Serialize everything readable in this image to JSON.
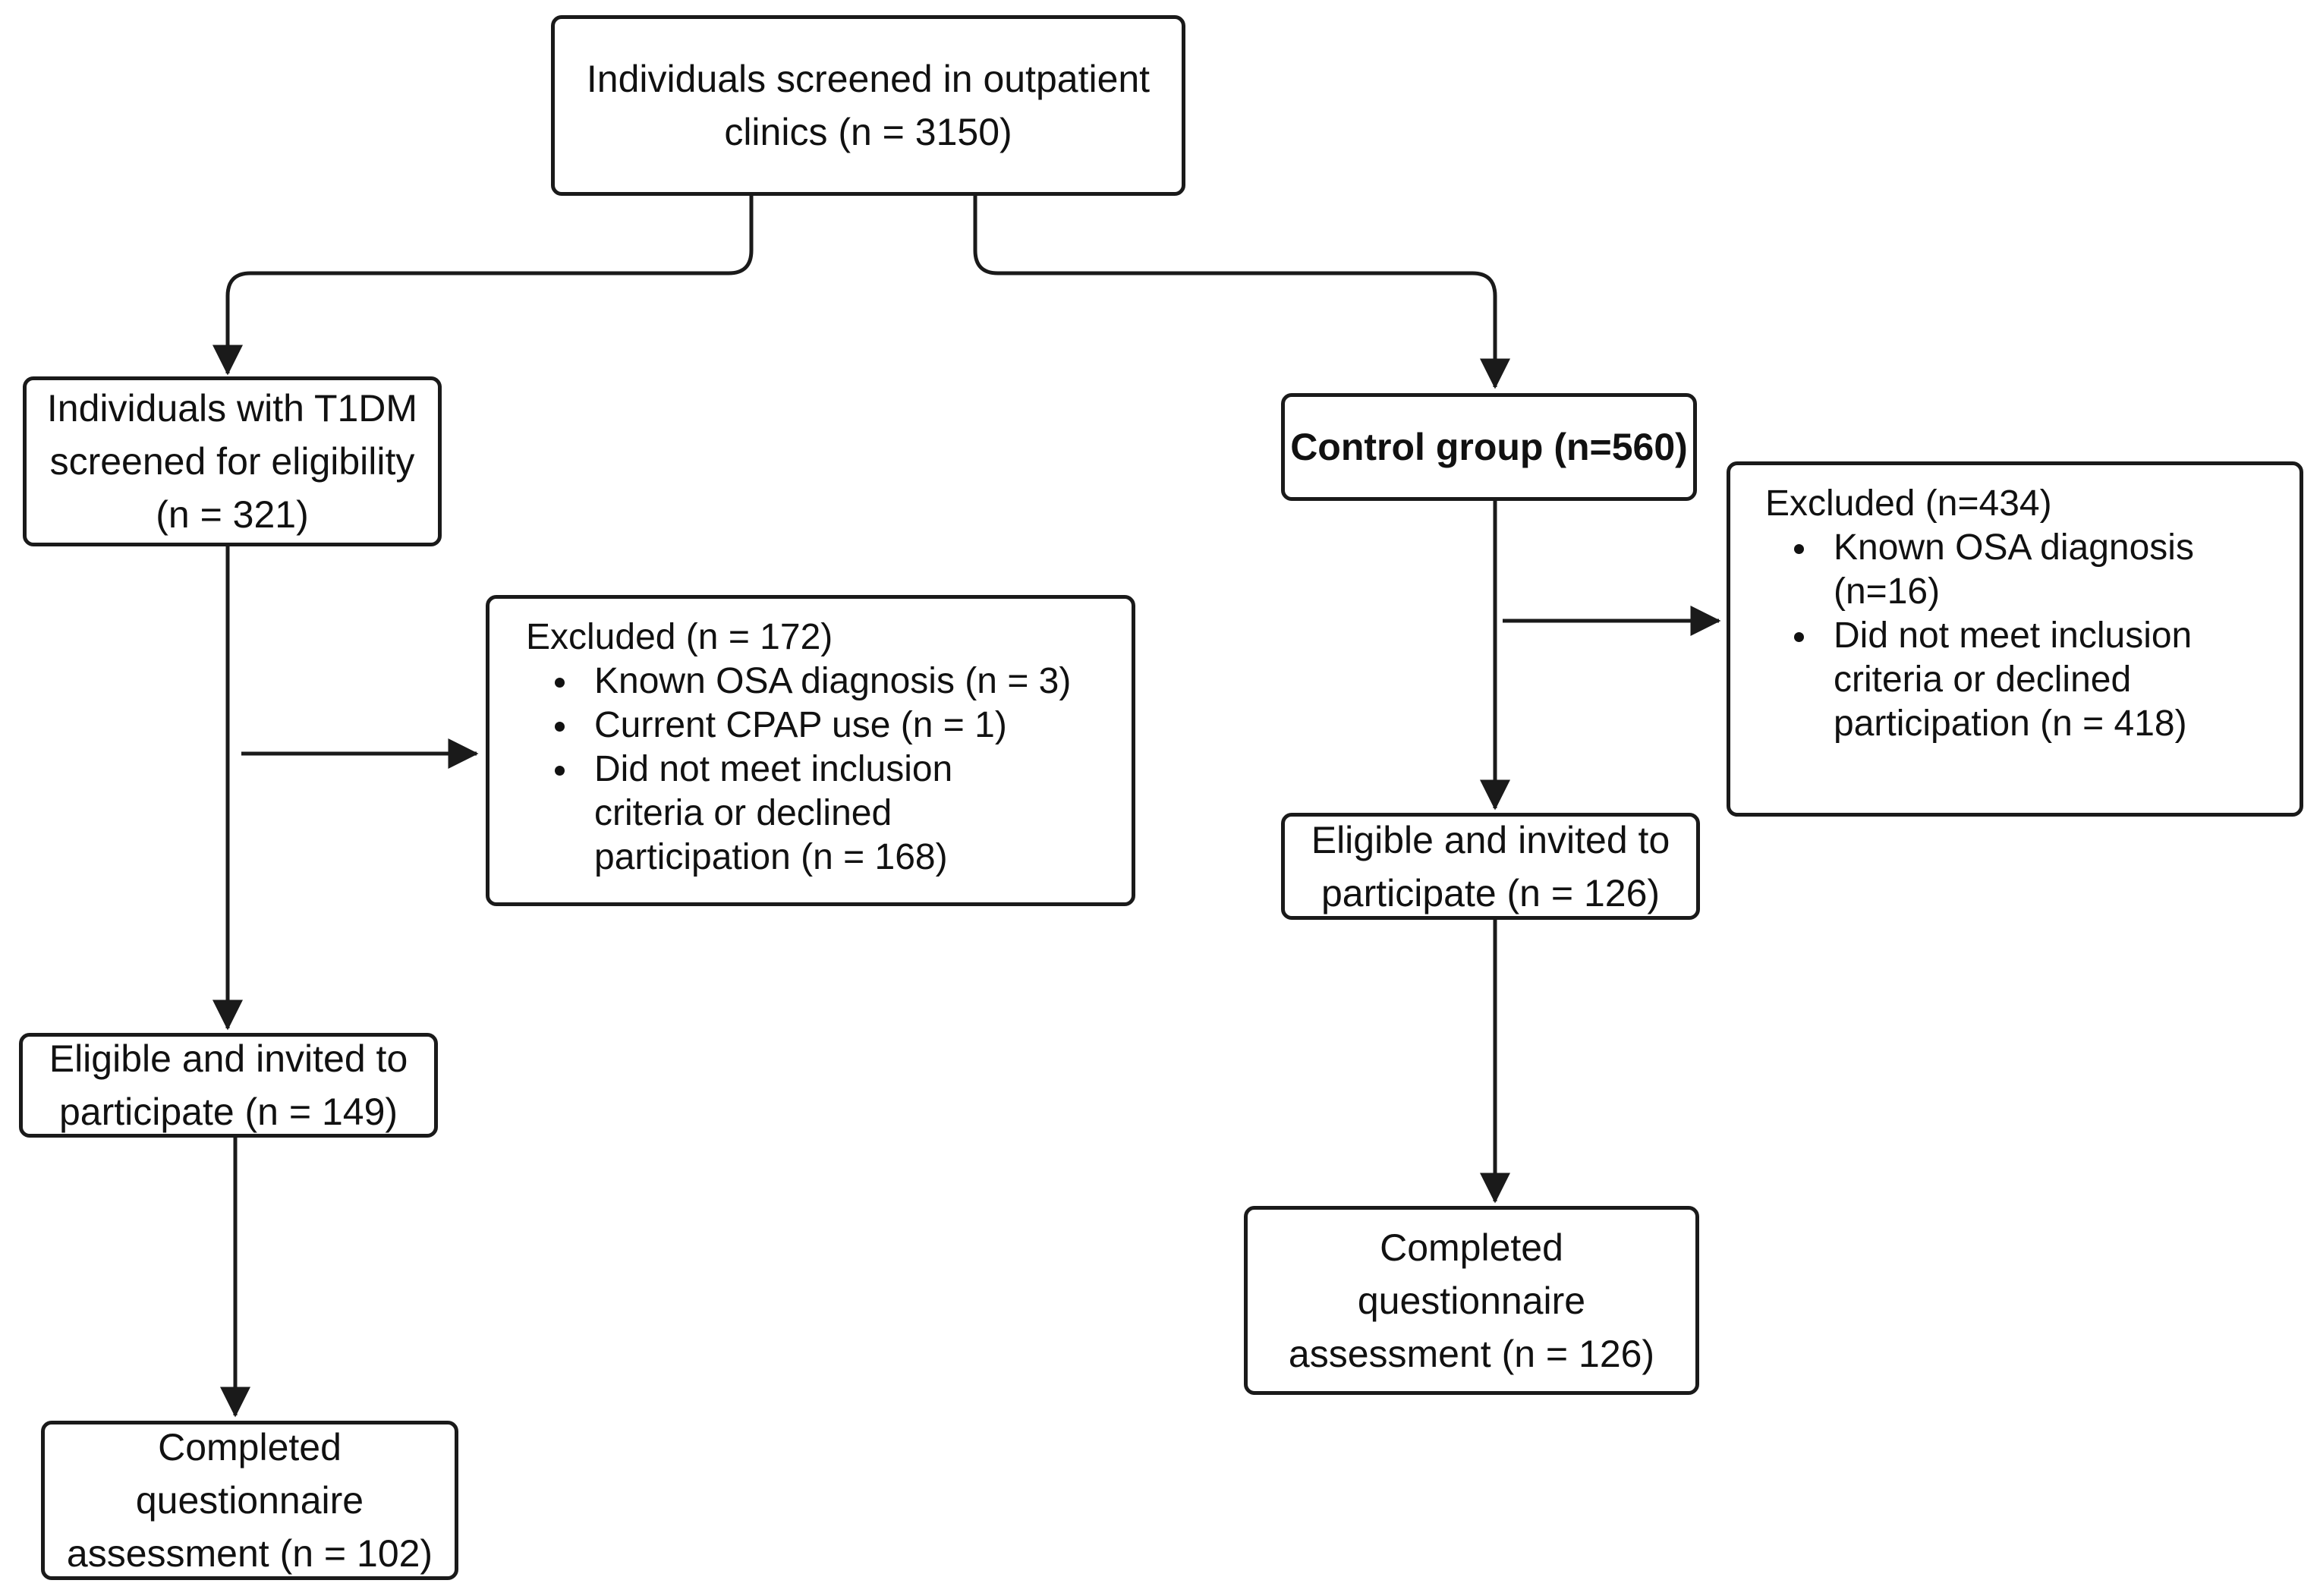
{
  "diagram": {
    "nodes": {
      "screened": {
        "lines": [
          "Individuals screened in outpatient",
          "clinics (n = 3150)"
        ]
      },
      "t1dm": {
        "lines": [
          "Individuals with T1DM",
          "screened for eligibility",
          "(n = 321)"
        ]
      },
      "control": {
        "lines": [
          "Control group (n=560)"
        ]
      },
      "excluded_t1dm": {
        "title": "Excluded (n = 172)",
        "items": [
          {
            "lines": [
              "Known OSA diagnosis (n = 3)"
            ]
          },
          {
            "lines": [
              "Current CPAP use (n = 1)"
            ]
          },
          {
            "lines": [
              "Did not meet inclusion",
              "criteria or declined",
              "participation (n = 168)"
            ]
          }
        ]
      },
      "excluded_control": {
        "title": "Excluded (n=434)",
        "items": [
          {
            "lines": [
              "Known OSA diagnosis",
              "(n=16)"
            ]
          },
          {
            "lines": [
              "Did not meet inclusion",
              "criteria or declined",
              "participation (n = 418)"
            ]
          }
        ]
      },
      "eligible_t1dm": {
        "lines": [
          "Eligible and invited to",
          "participate (n = 149)"
        ]
      },
      "eligible_control": {
        "lines": [
          "Eligible and invited to",
          "participate (n = 126)"
        ]
      },
      "completed_t1dm": {
        "lines": [
          "Completed",
          "questionnaire",
          "assessment (n = 102)"
        ]
      },
      "completed_control": {
        "lines": [
          "Completed",
          "questionnaire",
          "assessment (n = 126)"
        ]
      }
    },
    "edges": [
      {
        "from": "screened",
        "to": "t1dm"
      },
      {
        "from": "screened",
        "to": "control"
      },
      {
        "from": "t1dm",
        "to": "excluded_t1dm"
      },
      {
        "from": "t1dm",
        "to": "eligible_t1dm"
      },
      {
        "from": "eligible_t1dm",
        "to": "completed_t1dm"
      },
      {
        "from": "control",
        "to": "excluded_control"
      },
      {
        "from": "control",
        "to": "eligible_control"
      },
      {
        "from": "eligible_control",
        "to": "completed_control"
      }
    ]
  }
}
